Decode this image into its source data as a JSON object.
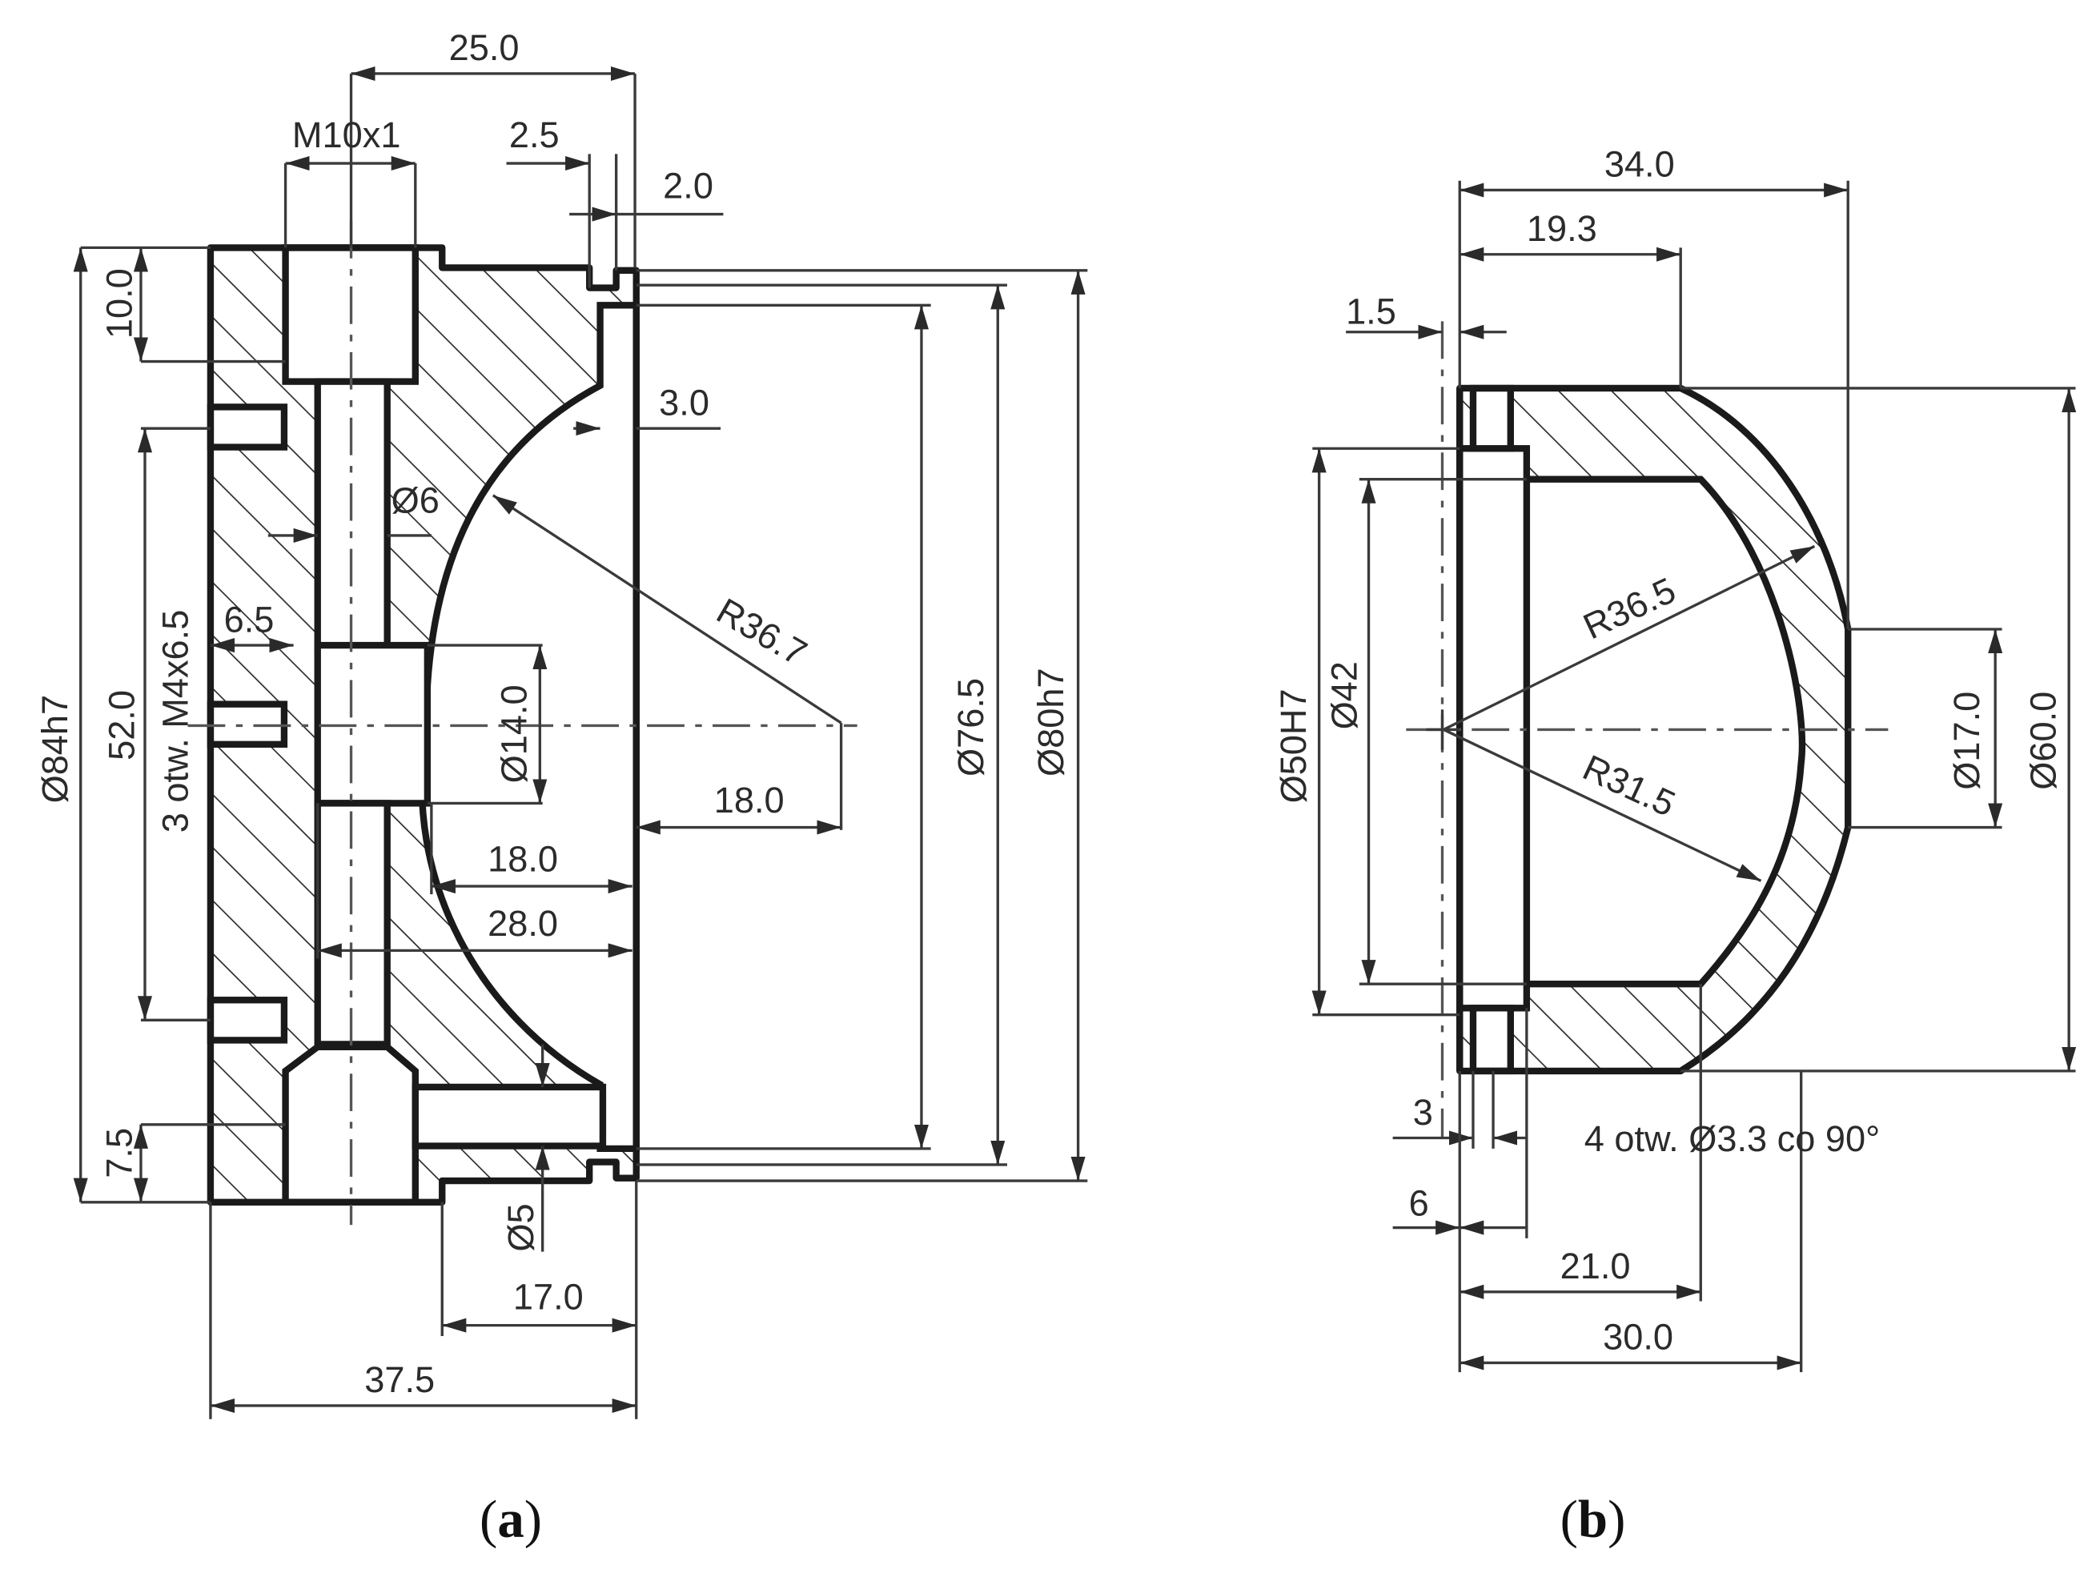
{
  "figure": {
    "panel_a": {
      "caption_open": "(",
      "caption_letter": "a",
      "caption_close": ")",
      "dimensions": {
        "width_top": "25.0",
        "thread": "M10x1",
        "groove_a": "2.5",
        "groove_b": "2.0",
        "top_depth": "10.0",
        "lip": "3.0",
        "bore_small": "Ø6",
        "side_holes": "3 otw. M4x6.5",
        "hole_spacing": "52.0",
        "depth_small": "6.5",
        "radius": "R36.7",
        "bore_center": "Ø14.0",
        "offset_radius": "18.0",
        "depth_18": "18.0",
        "depth_28": "28.0",
        "diameter_outer": "Ø84h7",
        "diameter_inner": "Ø76.5",
        "diameter_fit": "Ø80h7",
        "bottom_depth": "7.5",
        "hole_small": "Ø5",
        "width_17": "17.0",
        "width_total": "37.5"
      }
    },
    "panel_b": {
      "caption_open": "(",
      "caption_letter": "b",
      "caption_close": ")",
      "dimensions": {
        "width_total_top": "34.0",
        "width_19": "19.3",
        "step": "1.5",
        "diameter_fit": "Ø50H7",
        "diameter_recess": "Ø42",
        "radius_outer": "R36.5",
        "radius_inner": "R31.5",
        "diameter_top_hole": "Ø17.0",
        "diameter_outer": "Ø60.0",
        "depth_3": "3",
        "holes_note": "4 otw. Ø3.3 co 90°",
        "depth_6": "6",
        "width_21": "21.0",
        "width_30": "30.0"
      }
    }
  }
}
